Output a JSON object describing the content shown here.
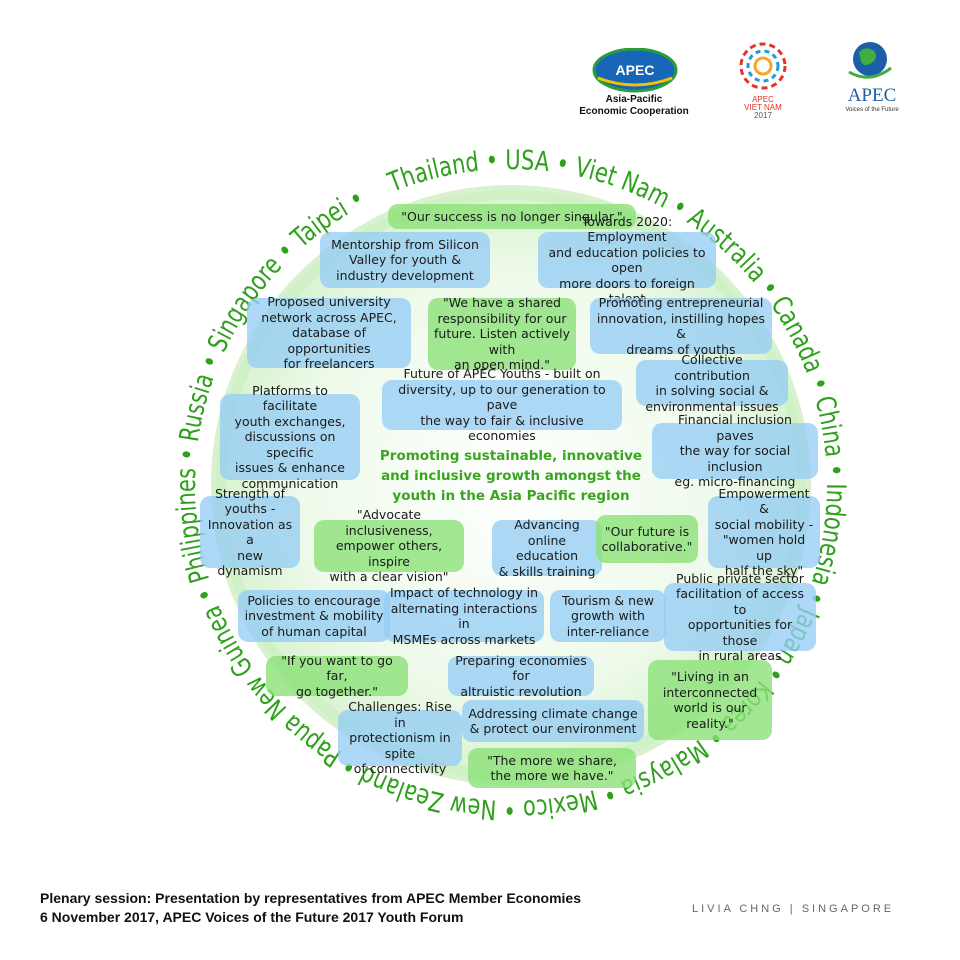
{
  "logos": {
    "apec_badge": "APEC",
    "apec_line1": "Asia-Pacific",
    "apec_line2": "Economic Cooperation",
    "vietnam_line1": "APEC",
    "vietnam_line2": "VIET NAM",
    "vietnam_line3": "2017",
    "votf_title": "APEC",
    "votf_sub": "Voices of the Future"
  },
  "economies": [
    "Thailand",
    "USA",
    "Viet Nam",
    "Australia",
    "Canada",
    "China",
    "Indonesia",
    "Japan",
    "Korea",
    "Malaysia",
    "Mexico",
    "New Zealand",
    "Papua New Guinea",
    "Philippines",
    "Russia",
    "Singapore",
    "Taipei"
  ],
  "center_message": "Promoting sustainable, innovative and inclusive growth amongst the youth in the Asia Pacific region",
  "bubbles": [
    {
      "type": "green",
      "lines": [
        "\"Our success is no longer singular.\""
      ]
    },
    {
      "type": "blue",
      "lines": [
        "Mentorship from Silicon",
        "Valley for youth &",
        "industry development"
      ]
    },
    {
      "type": "blue",
      "lines": [
        "Towards 2020: Employment",
        "and education policies to open",
        "more doors to foreign talent"
      ]
    },
    {
      "type": "blue",
      "lines": [
        "Proposed university",
        "network across APEC,",
        "database of opportunities",
        "for freelancers"
      ]
    },
    {
      "type": "green",
      "lines": [
        "\"We have a shared",
        "responsibility for our",
        "future. Listen actively with",
        "an open mind.\""
      ]
    },
    {
      "type": "blue",
      "lines": [
        "Promoting entrepreneurial",
        "innovation, instilling hopes &",
        "dreams of youths"
      ]
    },
    {
      "type": "blue",
      "lines": [
        "Collective contribution",
        "in solving social &",
        "environmental issues"
      ]
    },
    {
      "type": "blue",
      "lines": [
        "Future of APEC Youths - built on",
        "diversity, up to our generation to pave",
        "the way to fair & inclusive economies"
      ]
    },
    {
      "type": "blue",
      "lines": [
        "Platforms to facilitate",
        "youth exchanges,",
        "discussions on specific",
        "issues & enhance",
        "communication"
      ]
    },
    {
      "type": "blue",
      "lines": [
        "Financial inclusion paves",
        "the way for social inclusion",
        "eg. micro-financing"
      ]
    },
    {
      "type": "blue",
      "lines": [
        "Strength of",
        "youths -",
        "Innovation as a",
        "new dynamism"
      ]
    },
    {
      "type": "green",
      "lines": [
        "\"Advocate inclusiveness,",
        "empower others, inspire",
        "with a clear vision\""
      ]
    },
    {
      "type": "blue",
      "lines": [
        "Advancing",
        "online education",
        "& skills training"
      ]
    },
    {
      "type": "green",
      "lines": [
        "\"Our future is",
        "collaborative.\""
      ]
    },
    {
      "type": "blue",
      "lines": [
        "Empowerment &",
        "social mobility -",
        "\"women hold up",
        "half the sky\""
      ]
    },
    {
      "type": "blue",
      "lines": [
        "Policies to encourage",
        "investment & mobility",
        "of human capital"
      ]
    },
    {
      "type": "blue",
      "lines": [
        "Impact of technology in",
        "alternating interactions in",
        "MSMEs across markets"
      ]
    },
    {
      "type": "blue",
      "lines": [
        "Tourism & new",
        "growth with",
        "inter-reliance"
      ]
    },
    {
      "type": "blue",
      "lines": [
        "Public private sector",
        "facilitation of access to",
        "opportunities for those",
        "in rural areas"
      ]
    },
    {
      "type": "green",
      "lines": [
        "\"If you want to go far,",
        "go together.\""
      ]
    },
    {
      "type": "blue",
      "lines": [
        "Preparing economies for",
        "altruistic revolution"
      ]
    },
    {
      "type": "green",
      "lines": [
        "\"Living in an",
        "interconnected",
        "world is our",
        "reality.\""
      ]
    },
    {
      "type": "blue",
      "lines": [
        "Addressing climate change",
        "& protect our environment"
      ]
    },
    {
      "type": "blue",
      "lines": [
        "Challenges: Rise in",
        "protectionism in spite",
        "of connectivity"
      ]
    },
    {
      "type": "green",
      "lines": [
        "\"The more we share,",
        "the more we have.\""
      ]
    }
  ],
  "footer": {
    "line1": "Plenary session: Presentation by representatives from APEC Member Economies",
    "line2": "6 November 2017, APEC Voices of the Future 2017 Youth Forum",
    "credit": "LIVIA CHNG | SINGAPORE"
  },
  "colors": {
    "green_text": "#3aa51f",
    "ring_green": "#2fa01c",
    "blue_bubble": "#96cdf5",
    "green_bubble": "#8ce178"
  }
}
